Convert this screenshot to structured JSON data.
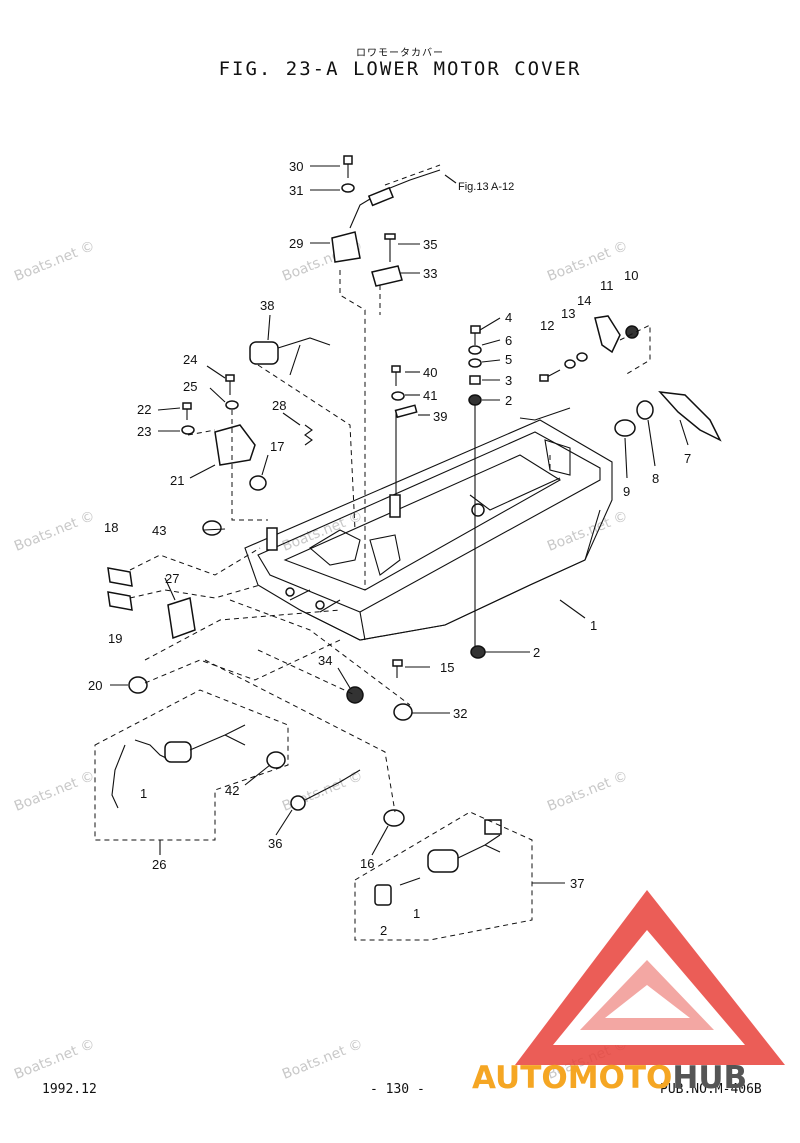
{
  "header": {
    "japanese_title": "ロワモータカバー",
    "title": "FIG. 23-A LOWER MOTOR COVER"
  },
  "reference_note": "Fig.13 A-12",
  "callouts": [
    "30",
    "31",
    "29",
    "35",
    "33",
    "38",
    "24",
    "25",
    "22",
    "23",
    "21",
    "28",
    "17",
    "40",
    "41",
    "39",
    "4",
    "6",
    "5",
    "3",
    "2",
    "13",
    "14",
    "11",
    "10",
    "12",
    "7",
    "8",
    "9",
    "43",
    "18",
    "19",
    "27",
    "1",
    "20",
    "34",
    "15",
    "2",
    "32",
    "1",
    "42",
    "36",
    "26",
    "16",
    "37",
    "1",
    "2"
  ],
  "watermark": "Boats.net ©",
  "footer": {
    "date": "1992.12",
    "page": "- 130 -",
    "pub": "PUB.NO.M-406B"
  },
  "logo": {
    "text_orange": "AUTOMOTO",
    "text_gray": "HUB",
    "color_red": "#e8413a",
    "color_orange": "#f5a623",
    "color_gray": "#555555"
  }
}
